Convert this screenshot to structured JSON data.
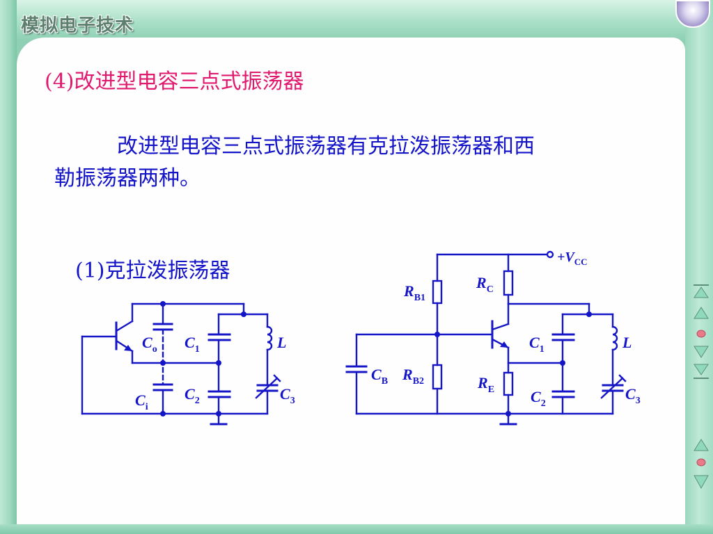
{
  "header": {
    "logo_text": "模拟电子技术"
  },
  "slide": {
    "heading": "(4)改进型电容三点式振荡器",
    "paragraph_line1": "改进型电容三点式振荡器有克拉泼振荡器和西",
    "paragraph_line2": "勒振荡器两种。",
    "subheading": "(1)克拉泼振荡器"
  },
  "circuit1": {
    "labels": {
      "co": "C",
      "co_sub": "o",
      "ci": "C",
      "ci_sub": "i",
      "c1": "C",
      "c1_sub": "1",
      "c2": "C",
      "c2_sub": "2",
      "c3": "C",
      "c3_sub": "3",
      "l": "L"
    }
  },
  "circuit2": {
    "labels": {
      "vcc": "+V",
      "vcc_sub": "CC",
      "rb1": "R",
      "rb1_sub": "B1",
      "rc": "R",
      "rc_sub": "C",
      "cb": "C",
      "cb_sub": "B",
      "rb2": "R",
      "rb2_sub": "B2",
      "re": "R",
      "re_sub": "E",
      "c1": "C",
      "c1_sub": "1",
      "c2": "C",
      "c2_sub": "2",
      "c3": "C",
      "c3_sub": "3",
      "l": "L"
    }
  },
  "colors": {
    "wire": "#1515c8",
    "label": "#1515c8",
    "heading": "#e0196e",
    "nav_arrow": "#8fd9bc",
    "nav_dot": "#e87a8a"
  },
  "navigation": {
    "icons": [
      "first-page-icon",
      "prev-page-icon",
      "home-dot-icon",
      "next-page-icon",
      "last-page-icon",
      "back-icon",
      "return-dot-icon",
      "forward-icon"
    ]
  }
}
